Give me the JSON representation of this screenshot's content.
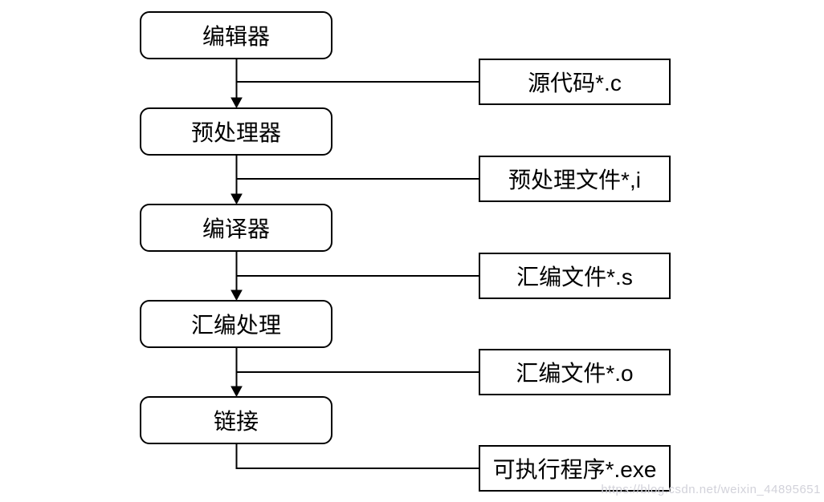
{
  "diagram": {
    "title_hint": "C program build pipeline flowchart",
    "stages": [
      {
        "label": "编辑器"
      },
      {
        "label": "预处理器"
      },
      {
        "label": "编译器"
      },
      {
        "label": "汇编处理"
      },
      {
        "label": "链接"
      }
    ],
    "artifacts": [
      {
        "label": "源代码*.c"
      },
      {
        "label": "预处理文件*,i"
      },
      {
        "label": "汇编文件*.s"
      },
      {
        "label": "汇编文件*.o"
      },
      {
        "label": "可执行程序*.exe"
      }
    ],
    "connections": [
      {
        "from": "编辑器",
        "to": "预处理器",
        "branch": "源代码*.c"
      },
      {
        "from": "预处理器",
        "to": "编译器",
        "branch": "预处理文件*,i"
      },
      {
        "from": "编译器",
        "to": "汇编处理",
        "branch": "汇编文件*.s"
      },
      {
        "from": "汇编处理",
        "to": "链接",
        "branch": "汇编文件*.o"
      },
      {
        "from": "链接",
        "to": "可执行程序*.exe",
        "branch": "可执行程序*.exe"
      }
    ],
    "colors": {
      "stroke": "#000000",
      "text": "#000000",
      "background": "#ffffff",
      "watermark": "#d2d2da"
    },
    "watermark": "https://blog.csdn.net/weixin_44895651"
  }
}
